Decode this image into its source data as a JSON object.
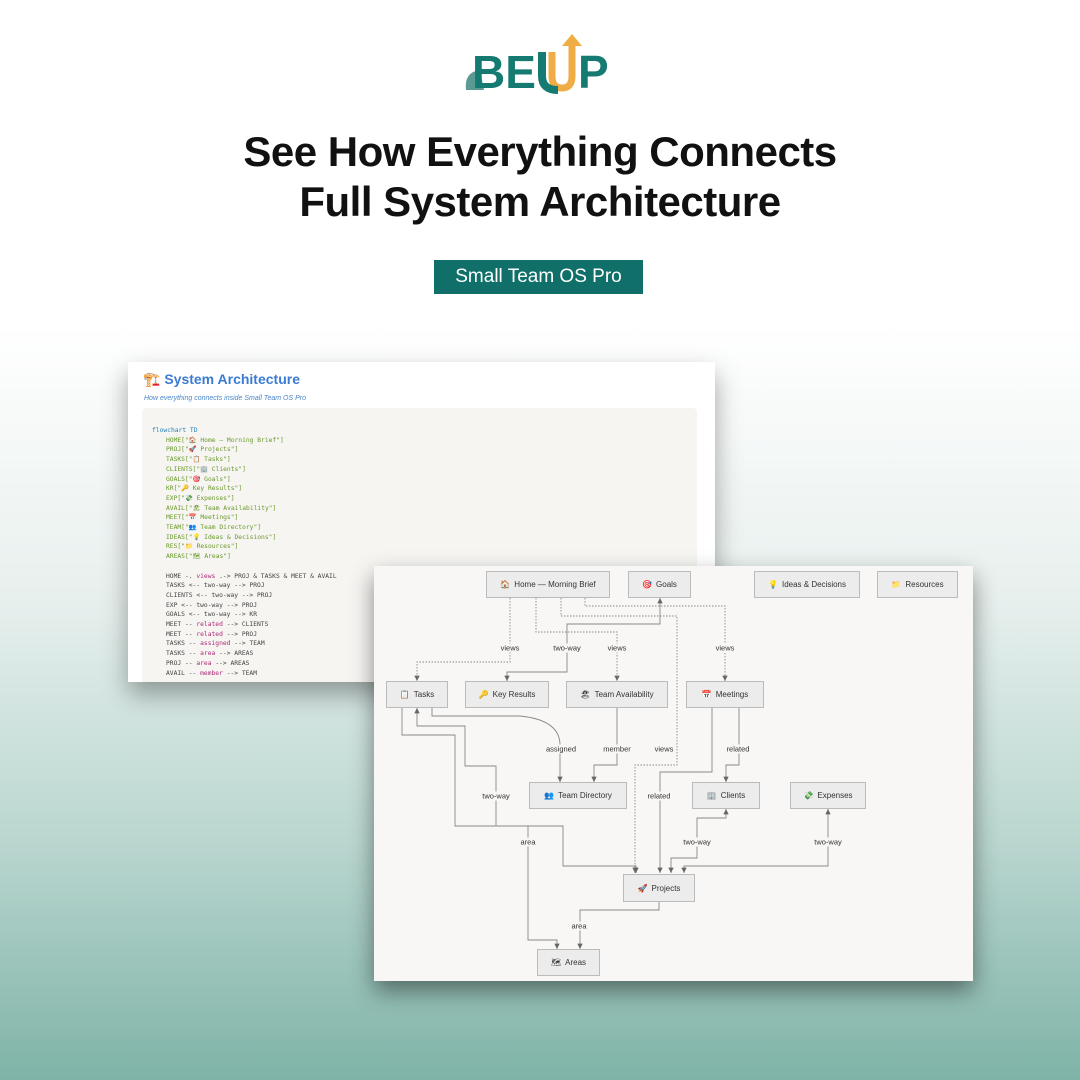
{
  "brand": {
    "logo_text": "BEUP",
    "colors": {
      "teal": "#157a72",
      "orange": "#f0ad45"
    }
  },
  "headline": {
    "line1": "See How Everything Connects",
    "line2": "Full System Architecture"
  },
  "badge": "Small Team OS Pro",
  "doc": {
    "title_icon": "🏗️",
    "title": "System Architecture",
    "subtitle": "How everything connects inside Small Team OS Pro",
    "code_header": "flowchart TD",
    "node_defs": [
      "HOME[\"🏠 Home — Morning Brief\"]",
      "PROJ[\"🚀 Projects\"]",
      "TASKS[\"📋 Tasks\"]",
      "CLIENTS[\"🏢 Clients\"]",
      "GOALS[\"🎯 Goals\"]",
      "KR[\"🔑 Key Results\"]",
      "EXP[\"💸 Expenses\"]",
      "AVAIL[\"🏖 Team Availability\"]",
      "MEET[\"📅 Meetings\"]",
      "TEAM[\"👥 Team Directory\"]",
      "IDEAS[\"💡 Ideas & Decisions\"]",
      "RES[\"📁 Resources\"]",
      "AREAS[\"🗺 Areas\"]"
    ],
    "edge_defs": [
      {
        "from": "HOME -.",
        "label": "views",
        "to": ".-> PROJ & TASKS & MEET & AVAIL"
      },
      {
        "from": "TASKS <--",
        "label": "two-way",
        "to": "--> PROJ"
      },
      {
        "from": "CLIENTS <--",
        "label": "two-way",
        "to": "--> PROJ"
      },
      {
        "from": "EXP <--",
        "label": "two-way",
        "to": "--> PROJ"
      },
      {
        "from": "GOALS <--",
        "label": "two-way",
        "to": "--> KR"
      },
      {
        "from": "MEET --",
        "label": "related",
        "to": "--> CLIENTS"
      },
      {
        "from": "MEET --",
        "label": "related",
        "to": "--> PROJ"
      },
      {
        "from": "TASKS --",
        "label": "assigned",
        "to": "--> TEAM"
      },
      {
        "from": "TASKS --",
        "label": "area",
        "to": "--> AREAS"
      },
      {
        "from": "PROJ --",
        "label": "area",
        "to": "--> AREAS"
      },
      {
        "from": "AVAIL --",
        "label": "member",
        "to": "--> TEAM"
      }
    ]
  },
  "diagram": {
    "nodes": {
      "home": {
        "icon": "🏠",
        "label": "Home — Morning Brief"
      },
      "goals": {
        "icon": "🎯",
        "label": "Goals"
      },
      "ideas": {
        "icon": "💡",
        "label": "Ideas & Decisions"
      },
      "resources": {
        "icon": "📁",
        "label": "Resources"
      },
      "tasks": {
        "icon": "📋",
        "label": "Tasks"
      },
      "kr": {
        "icon": "🔑",
        "label": "Key Results"
      },
      "avail": {
        "icon": "🏖",
        "label": "Team Availability"
      },
      "meetings": {
        "icon": "📅",
        "label": "Meetings"
      },
      "team": {
        "icon": "👥",
        "label": "Team Directory"
      },
      "clients": {
        "icon": "🏢",
        "label": "Clients"
      },
      "expenses": {
        "icon": "💸",
        "label": "Expenses"
      },
      "projects": {
        "icon": "🚀",
        "label": "Projects"
      },
      "areas": {
        "icon": "🗺",
        "label": "Areas"
      }
    },
    "edge_labels": [
      "views",
      "views",
      "views",
      "views",
      "two-way",
      "assigned",
      "member",
      "two-way",
      "area",
      "related",
      "related",
      "two-way",
      "two-way",
      "area"
    ]
  }
}
